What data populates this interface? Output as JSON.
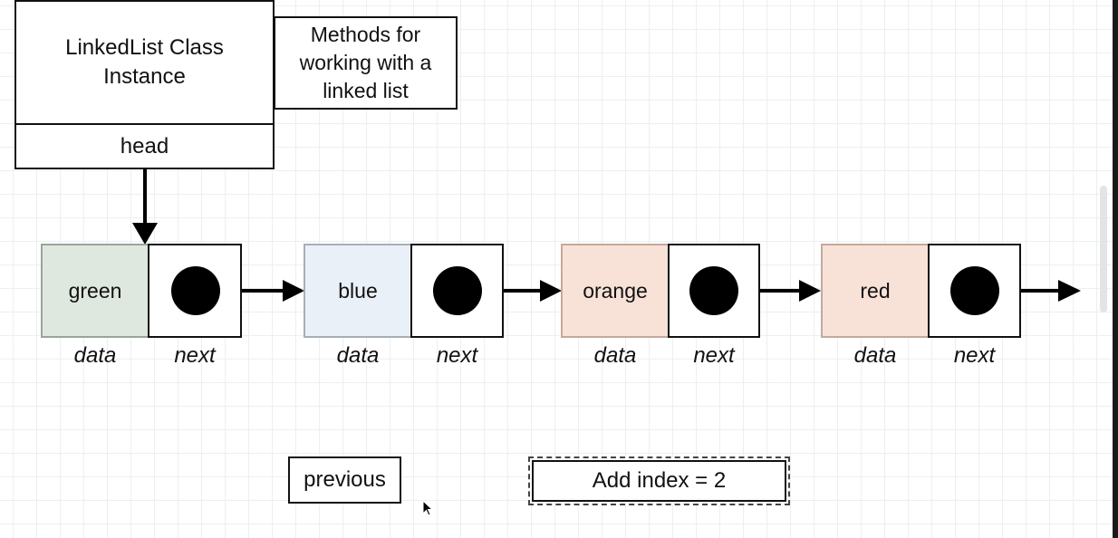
{
  "class_box": {
    "title": "LinkedList Class Instance",
    "head_label": "head"
  },
  "methods_box": {
    "text": "Methods for working with a linked list"
  },
  "nodes": [
    {
      "data": "green",
      "data_label": "data",
      "next_label": "next",
      "fill": "#dfe8df"
    },
    {
      "data": "blue",
      "data_label": "data",
      "next_label": "next",
      "fill": "#eaf0f8"
    },
    {
      "data": "orange",
      "data_label": "data",
      "next_label": "next",
      "fill": "#f8e2d8"
    },
    {
      "data": "red",
      "data_label": "data",
      "next_label": "next",
      "fill": "#f8e2d8"
    }
  ],
  "buttons": {
    "previous": "previous",
    "add_index": "Add index = 2"
  }
}
